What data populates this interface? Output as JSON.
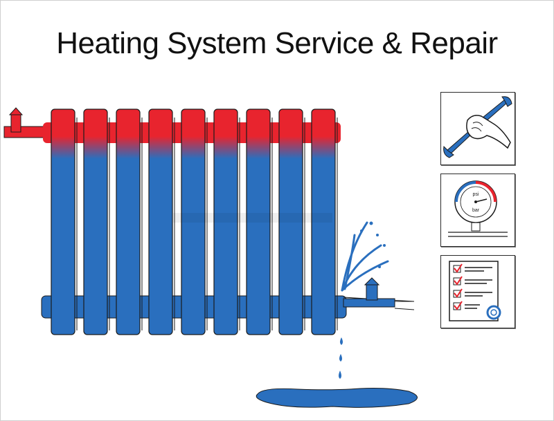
{
  "title": "Heating System Service & Repair",
  "colors": {
    "hot": "#e8242e",
    "cold": "#2a6fbe",
    "water": "#2a6fbe",
    "check": "#e8242e",
    "outline": "#1a1a1a"
  },
  "illustration": {
    "radiator_sections": 9,
    "icons": [
      "radiator-icon",
      "leak-spray-icon",
      "water-drop-icon",
      "puddle-icon",
      "valve-icon"
    ]
  },
  "service_icons": [
    {
      "name": "wrench-hand-icon"
    },
    {
      "name": "pressure-gauge-icon",
      "gauge_labels": {
        "top": "psi",
        "bottom": "bar"
      }
    },
    {
      "name": "checklist-icon"
    }
  ]
}
